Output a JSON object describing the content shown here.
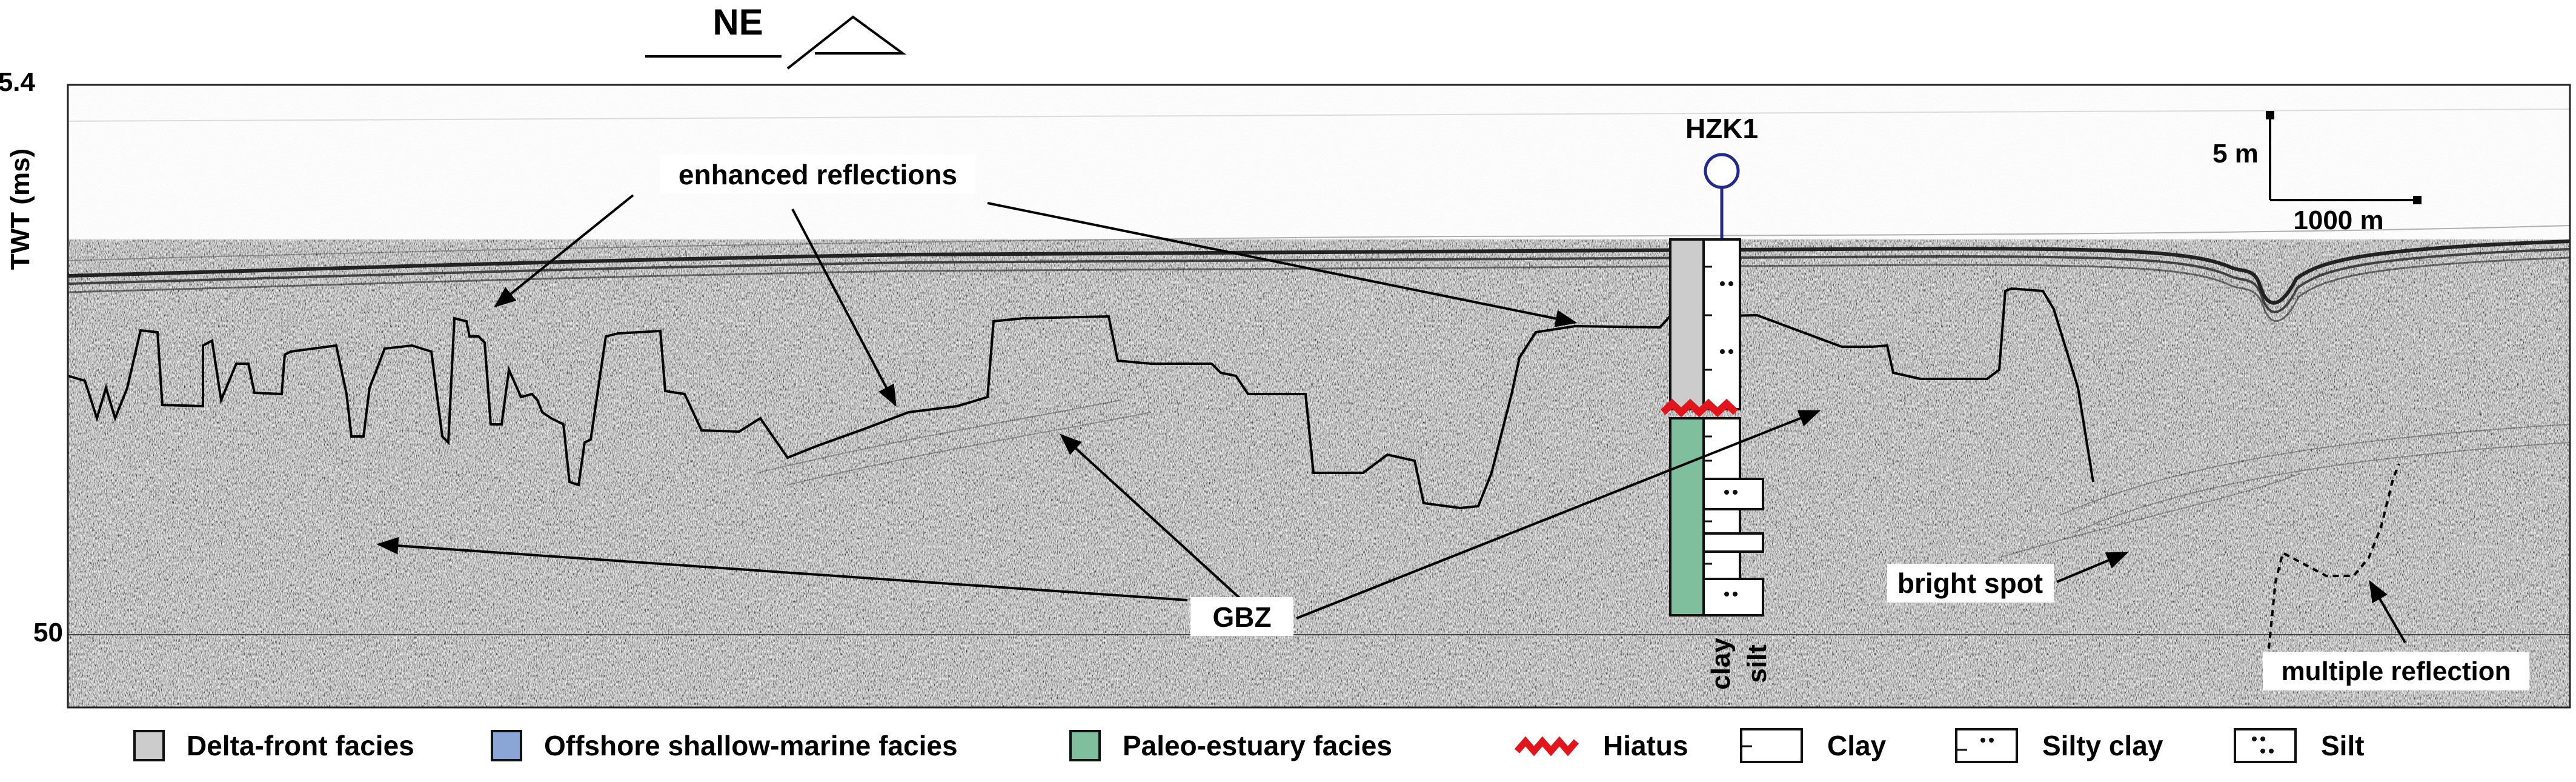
{
  "orientation": {
    "label": "NE"
  },
  "axis": {
    "label": "TWT (ms)",
    "tick_top": "5.4",
    "tick_bottom": "50"
  },
  "borehole": {
    "name": "HZK1",
    "column_labels": [
      "clay",
      "silt"
    ]
  },
  "scale_bar": {
    "vertical_label": "5 m",
    "horizontal_label": "1000 m"
  },
  "annotations": {
    "enhanced_reflections": "enhanced reflections",
    "gbz": "GBZ",
    "bright_spot": "bright spot",
    "multiple_reflection": "multiple reflection"
  },
  "colors": {
    "delta_front": "#cccccc",
    "offshore_shallow_marine": "#8aa6d6",
    "paleo_estuary": "#7fbf9e",
    "hiatus": "#e2141c",
    "borehole_marker": "#1f2a8c"
  },
  "legend": [
    {
      "type": "swatch",
      "color": "#cccccc",
      "label": "Delta-front facies"
    },
    {
      "type": "swatch",
      "color": "#8aa6d6",
      "label": "Offshore shallow-marine facies"
    },
    {
      "type": "swatch",
      "color": "#7fbf9e",
      "label": "Paleo-estuary facies"
    },
    {
      "type": "hiatus",
      "label": "Hiatus"
    },
    {
      "type": "clay",
      "label": "Clay"
    },
    {
      "type": "silty-clay",
      "label": "Silty clay"
    },
    {
      "type": "silt",
      "label": "Silt"
    }
  ]
}
